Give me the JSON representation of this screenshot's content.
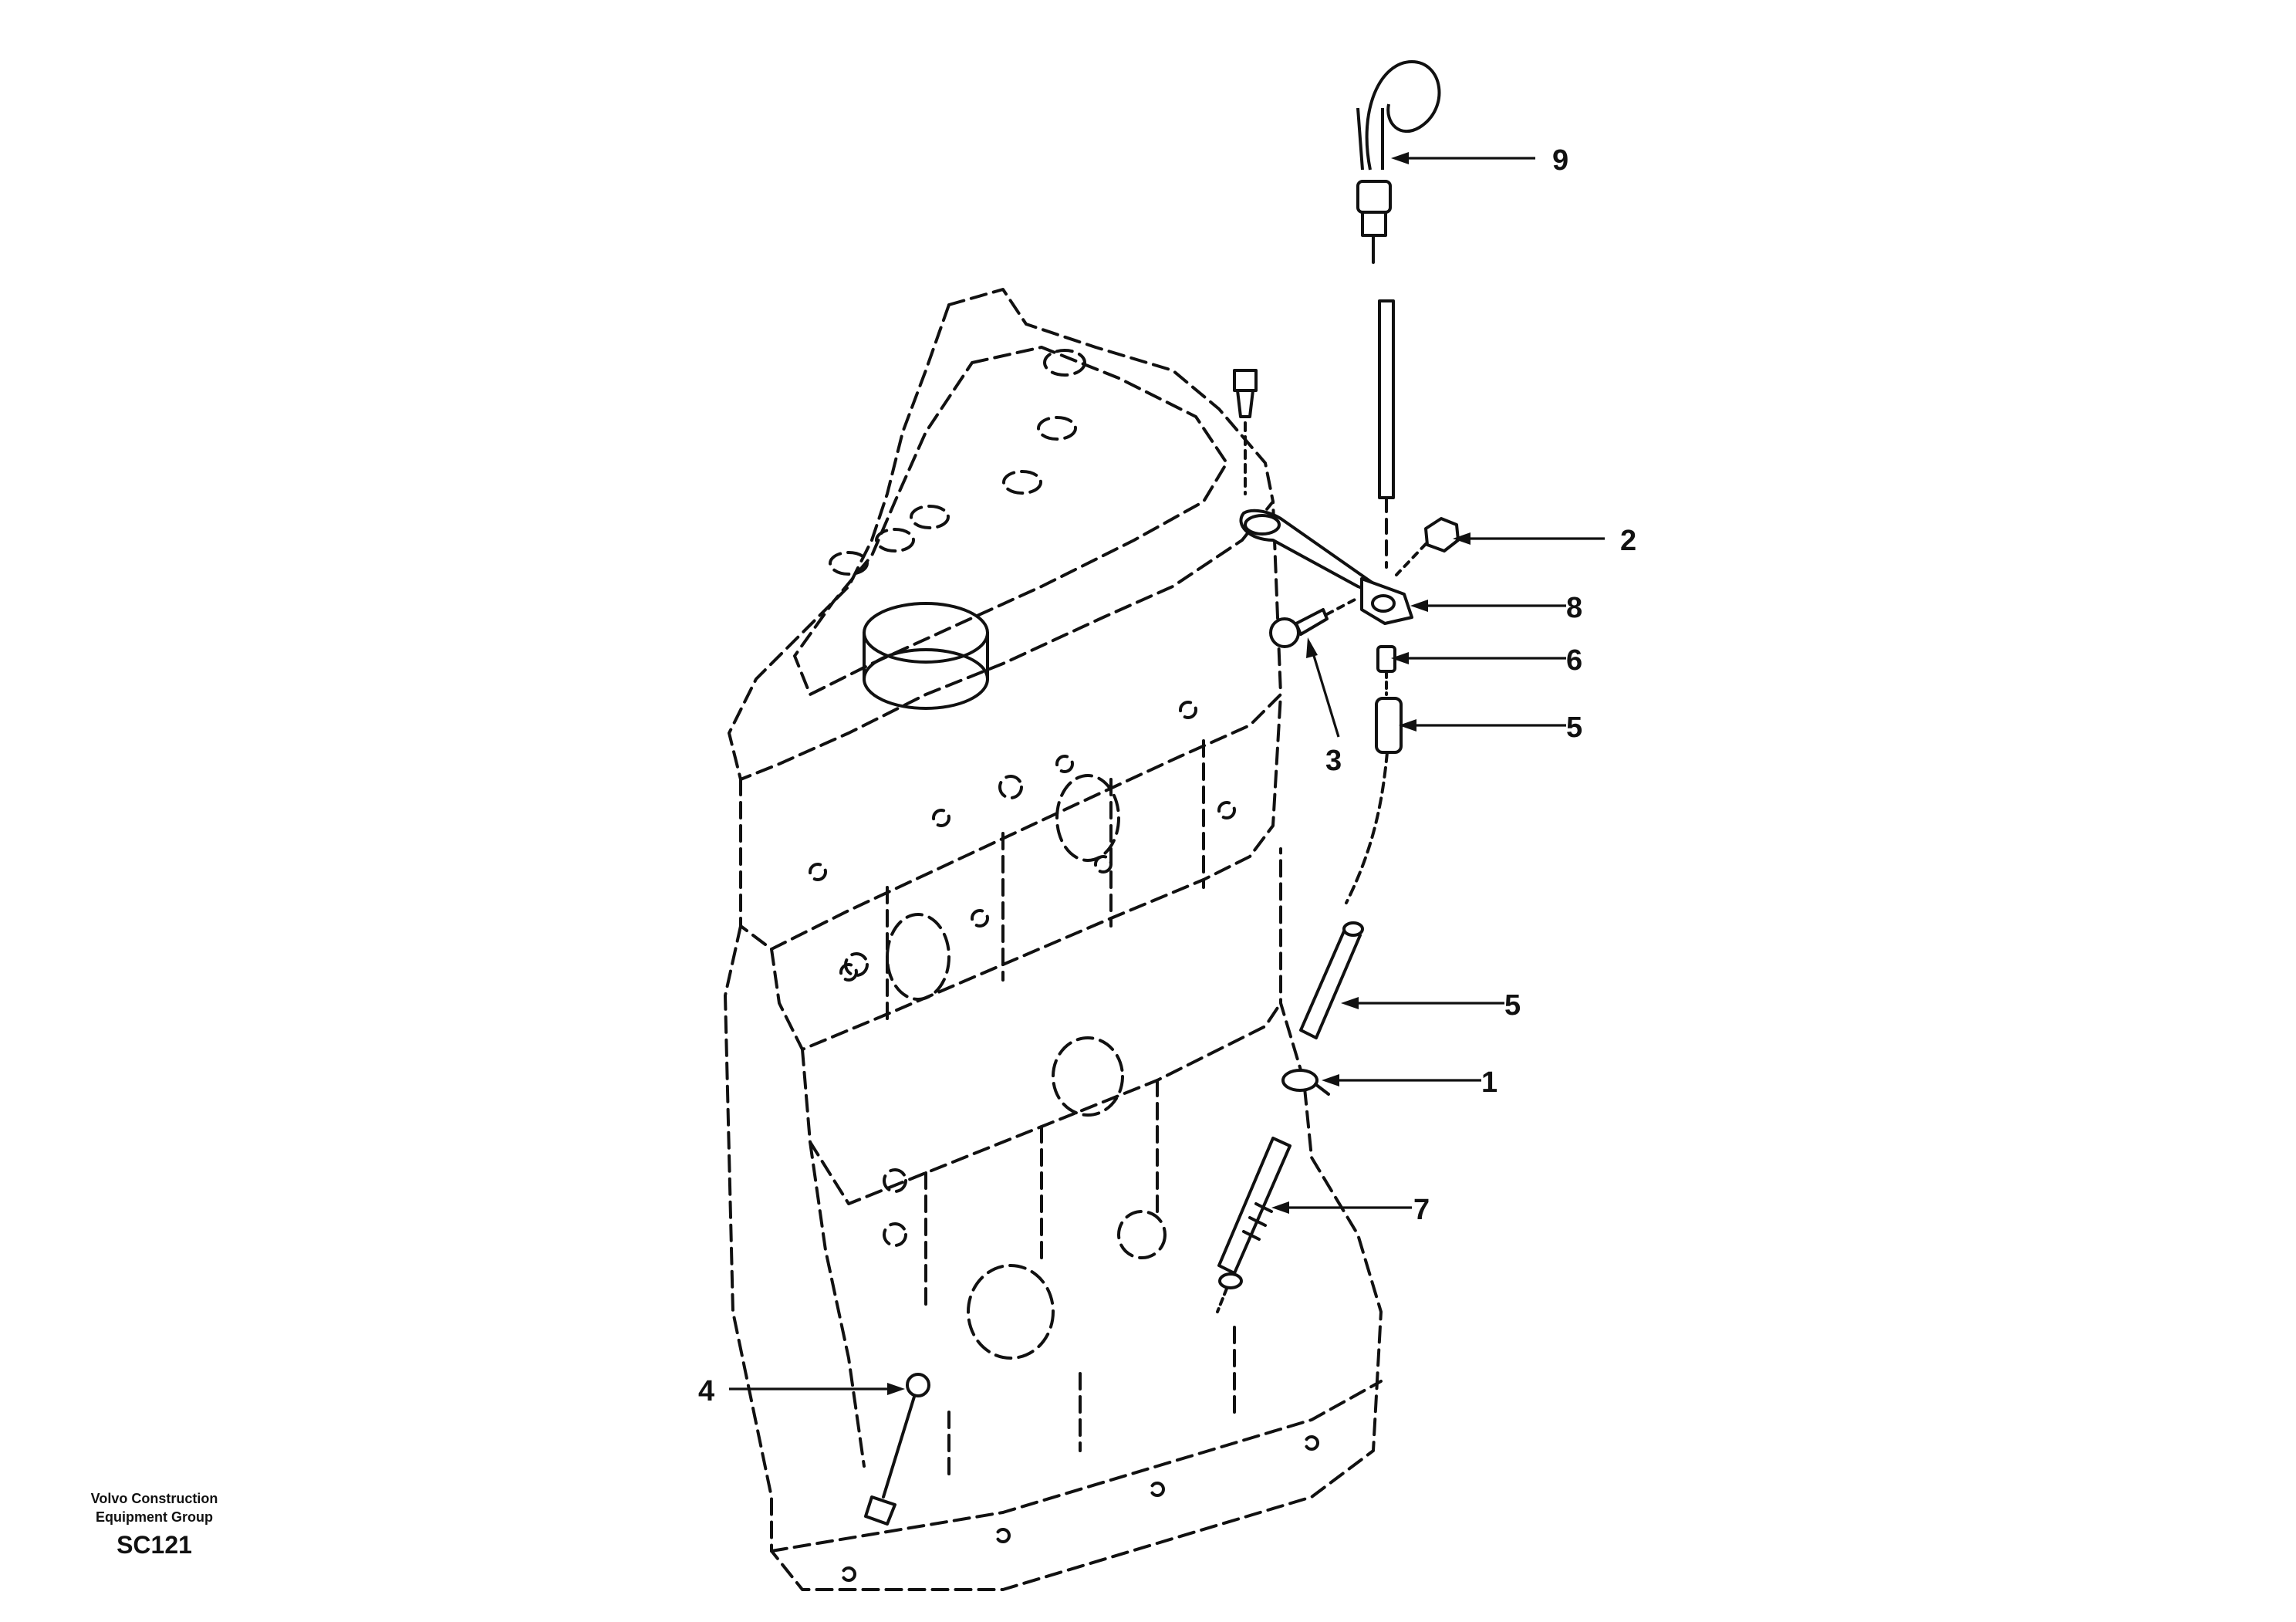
{
  "callouts": [
    {
      "number": "1",
      "part": "clamp"
    },
    {
      "number": "2",
      "part": "nut"
    },
    {
      "number": "3",
      "part": "screw"
    },
    {
      "number": "4",
      "part": "plug"
    },
    {
      "number": "5",
      "part": "hose"
    },
    {
      "number": "5",
      "part": "hose"
    },
    {
      "number": "6",
      "part": "nipple"
    },
    {
      "number": "7",
      "part": "dipstick-tube"
    },
    {
      "number": "8",
      "part": "bracket"
    },
    {
      "number": "9",
      "part": "dipstick"
    }
  ],
  "footer": {
    "publisher_line1": "Volvo Construction",
    "publisher_line2": "Equipment Group",
    "code": "SC121"
  }
}
